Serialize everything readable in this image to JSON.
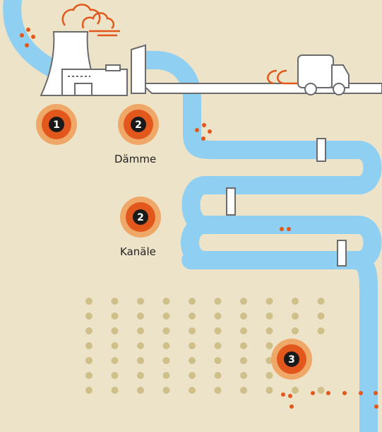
{
  "colors": {
    "background": "#ede3c9",
    "water": "#8fd0f2",
    "outline": "#6b6b6b",
    "accent": "#e2581c",
    "badge_outer": "#f0a868",
    "badge_inner": "#e2581c",
    "badge_core": "#1a1a1a",
    "field_dot": "#cfc08a"
  },
  "icons": [
    "power-plant-icon",
    "smoke-icon",
    "dam-icon",
    "truck-icon",
    "exhaust-icon"
  ],
  "badges": [
    {
      "id": "badge-1",
      "number": "1"
    },
    {
      "id": "badge-2-dams",
      "number": "2"
    },
    {
      "id": "badge-2-canals",
      "number": "2"
    },
    {
      "id": "badge-3",
      "number": "3"
    }
  ],
  "labels": {
    "dams": "Dämme",
    "canals": "Kanäle"
  }
}
